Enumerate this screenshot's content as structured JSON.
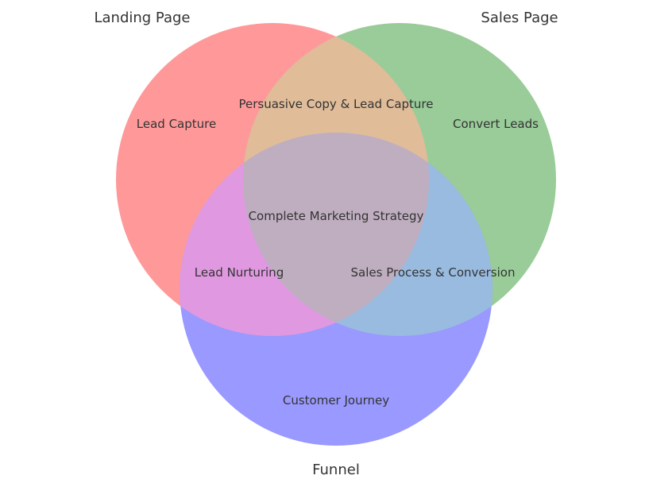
{
  "sets": [
    {
      "name": "Landing Page",
      "color": "#ff9999"
    },
    {
      "name": "Sales Page",
      "color": "#99cc99"
    },
    {
      "name": "Funnel",
      "color": "#9999ff"
    }
  ],
  "regions": {
    "landing_only": "Lead Capture",
    "sales_only": "Convert Leads",
    "funnel_only": "Customer Journey",
    "landing_sales": "Persuasive Copy & Lead Capture",
    "landing_funnel": "Lead Nurturing",
    "sales_funnel": "Sales Process & Conversion",
    "all_three": "Complete Marketing Strategy"
  },
  "overlap_colors": {
    "landing_sales": "#e0bc99",
    "landing_funnel": "#e099e0",
    "sales_funnel": "#99bbe0",
    "all_three": "#bfaec0"
  }
}
